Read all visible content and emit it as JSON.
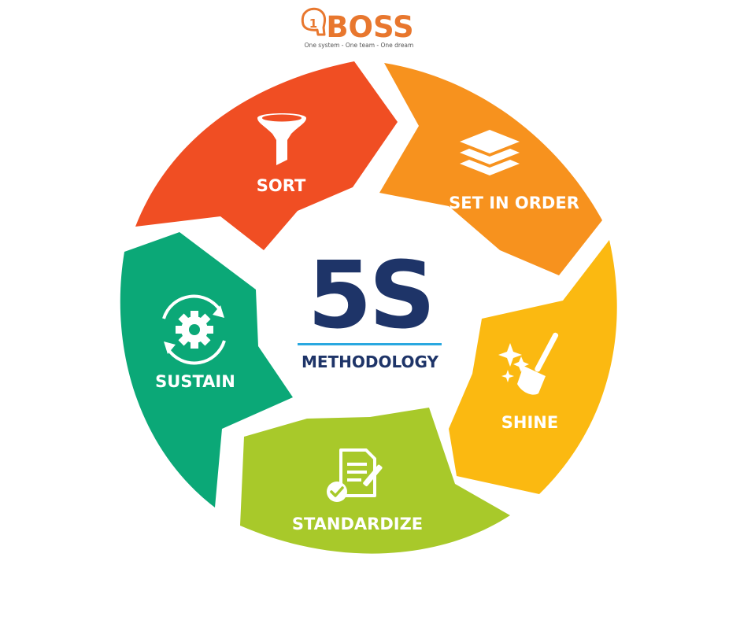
{
  "logo": {
    "text": "BOSS",
    "tagline": "One system - One team - One dream",
    "color": "#E8772E"
  },
  "center": {
    "title": "5S",
    "subtitle": "METHODOLOGY",
    "title_color": "#1E3468",
    "underline_color": "#29A8E0"
  },
  "segments": [
    {
      "label": "SORT",
      "icon": "funnel-icon",
      "color": "#F04E23"
    },
    {
      "label": "SET IN ORDER",
      "icon": "layers-icon",
      "color": "#F7921E"
    },
    {
      "label": "SHINE",
      "icon": "broom-sparkle-icon",
      "color": "#FBB911"
    },
    {
      "label": "STANDARDIZE",
      "icon": "document-check-icon",
      "color": "#A8C92A"
    },
    {
      "label": "SUSTAIN",
      "icon": "gear-cycle-icon",
      "color": "#0BA877"
    }
  ]
}
